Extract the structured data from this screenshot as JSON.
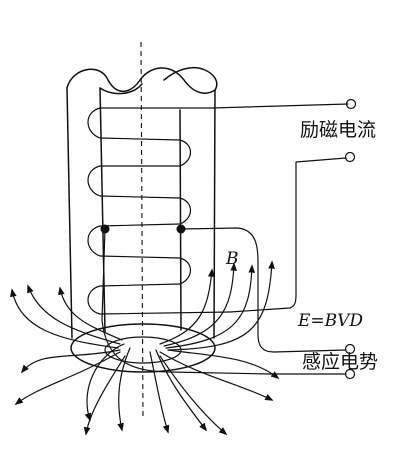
{
  "labels": {
    "excitation_current": "励磁电流",
    "induced_emf": "感应电势",
    "formula": "E=BVD",
    "field_symbol": "B"
  }
}
